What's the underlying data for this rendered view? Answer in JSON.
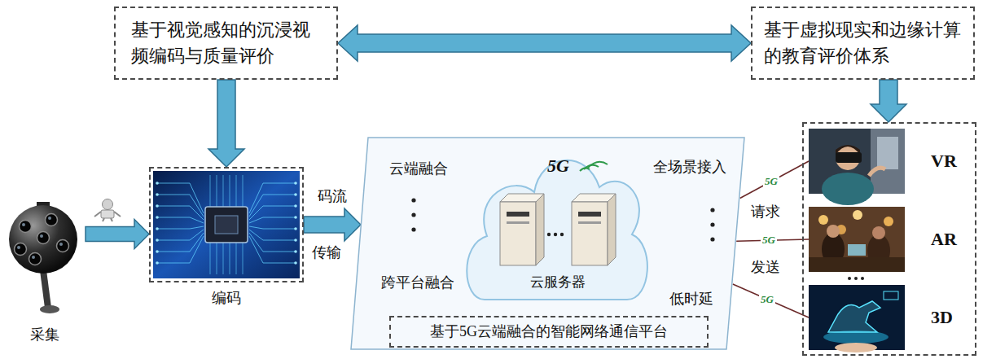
{
  "diagram": {
    "nodes": [
      {
        "text": [
          "基于视觉感知的沉浸视频编码与质量评价"
        ]
      },
      {
        "text": [
          "基于虚拟现实和边缘计算的教育评价体系"
        ]
      },
      {
        "text": [
          "采集"
        ]
      },
      {
        "text": [
          "编码"
        ]
      },
      {
        "text": [
          "云端融合",
          "全场景接入",
          "跨平台融合",
          "低时延"
        ]
      },
      {
        "text": [
          "5G",
          "云服务器"
        ],
        "in": 4
      },
      {
        "text": [
          "基于5G云端融合的智能网络通信平台"
        ],
        "in": 4
      },
      {
        "text": []
      },
      {
        "text": [
          "VR"
        ],
        "in": 7
      },
      {
        "text": [
          "AR"
        ],
        "in": 7
      },
      {
        "text": [
          "3D"
        ],
        "in": 7
      }
    ],
    "edges": [
      {
        "from": 0,
        "to": 1,
        "arrow": "both"
      },
      {
        "from": 0,
        "to": 3,
        "arrow": "to"
      },
      {
        "from": 1,
        "to": 7,
        "arrow": "to"
      },
      {
        "from": 2,
        "to": 3,
        "arrow": "to"
      },
      {
        "from": 3,
        "to": 4,
        "arrow": "to",
        "label": "码流"
      },
      {
        "from": 4,
        "to": 8,
        "arrow": "none",
        "label": "5G"
      },
      {
        "from": 4,
        "to": 9,
        "arrow": "none",
        "label": "5G"
      },
      {
        "from": 4,
        "to": 10,
        "arrow": "none",
        "label": "5G"
      }
    ],
    "labels": [
      "传输",
      "请求",
      "发送"
    ]
  }
}
